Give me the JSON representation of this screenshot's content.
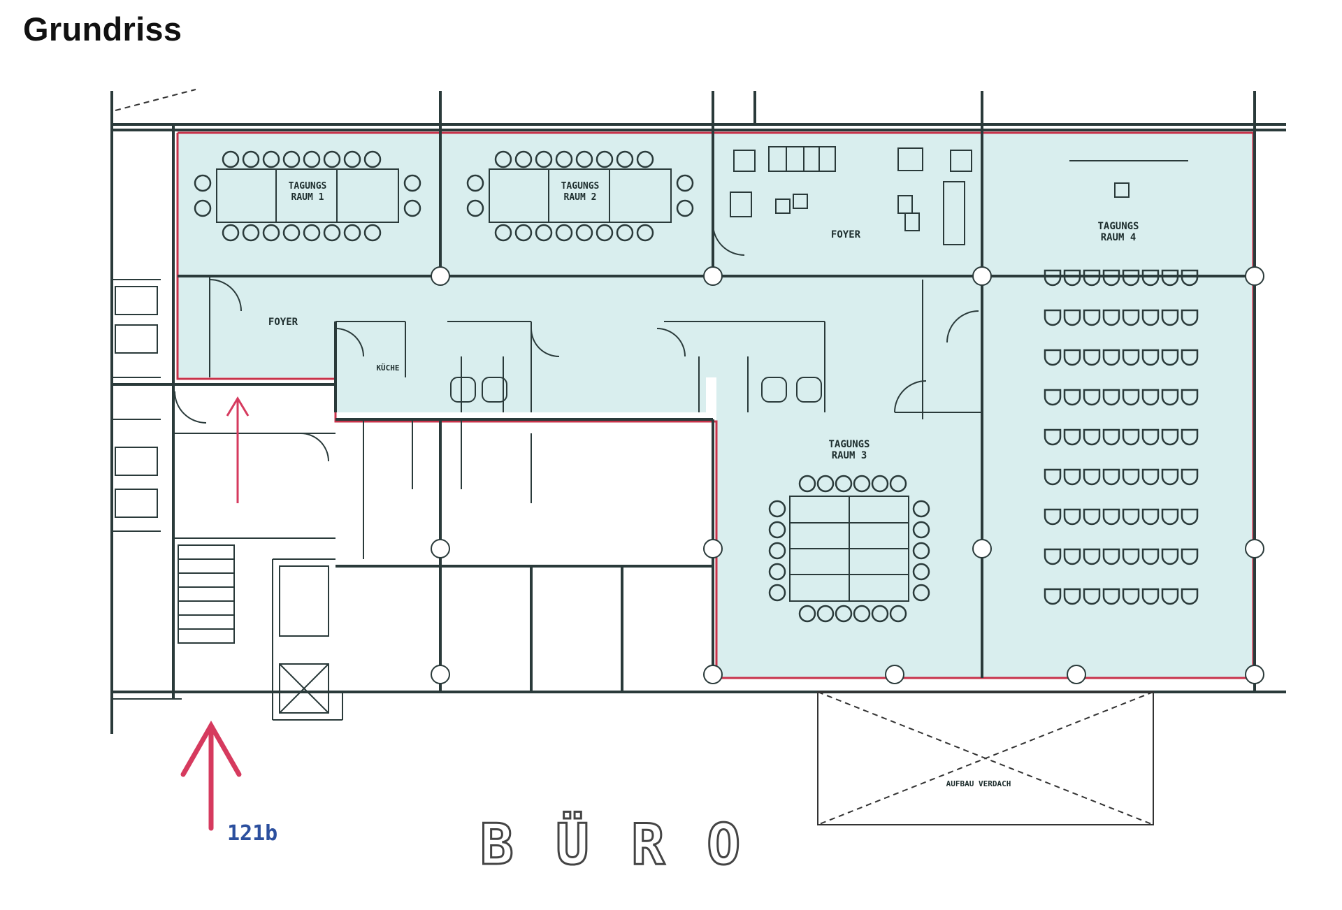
{
  "page": {
    "title": "Grundriss"
  },
  "plan": {
    "caption": "BÜRO",
    "entrance_label": "121b",
    "rooms": {
      "tagung1_line1": "TAGUNGS",
      "tagung1_line2": "RAUM 1",
      "tagung2_line1": "TAGUNGS",
      "tagung2_line2": "RAUM 2",
      "tagung3_line1": "TAGUNGS",
      "tagung3_line2": "RAUM 3",
      "tagung4_line1": "TAGUNGS",
      "tagung4_line2": "RAUM 4",
      "foyer_top": "FOYER",
      "foyer_left": "FOYER",
      "kueche": "KÜCHE",
      "aufbau": "AUFBAU VERDACH"
    },
    "colors": {
      "room_fill": "#d9eeee",
      "outline_red": "#c8324a",
      "arrow": "#d63a5e",
      "entrance_label": "#2b4f9e",
      "wall": "#2a3a3a"
    }
  }
}
